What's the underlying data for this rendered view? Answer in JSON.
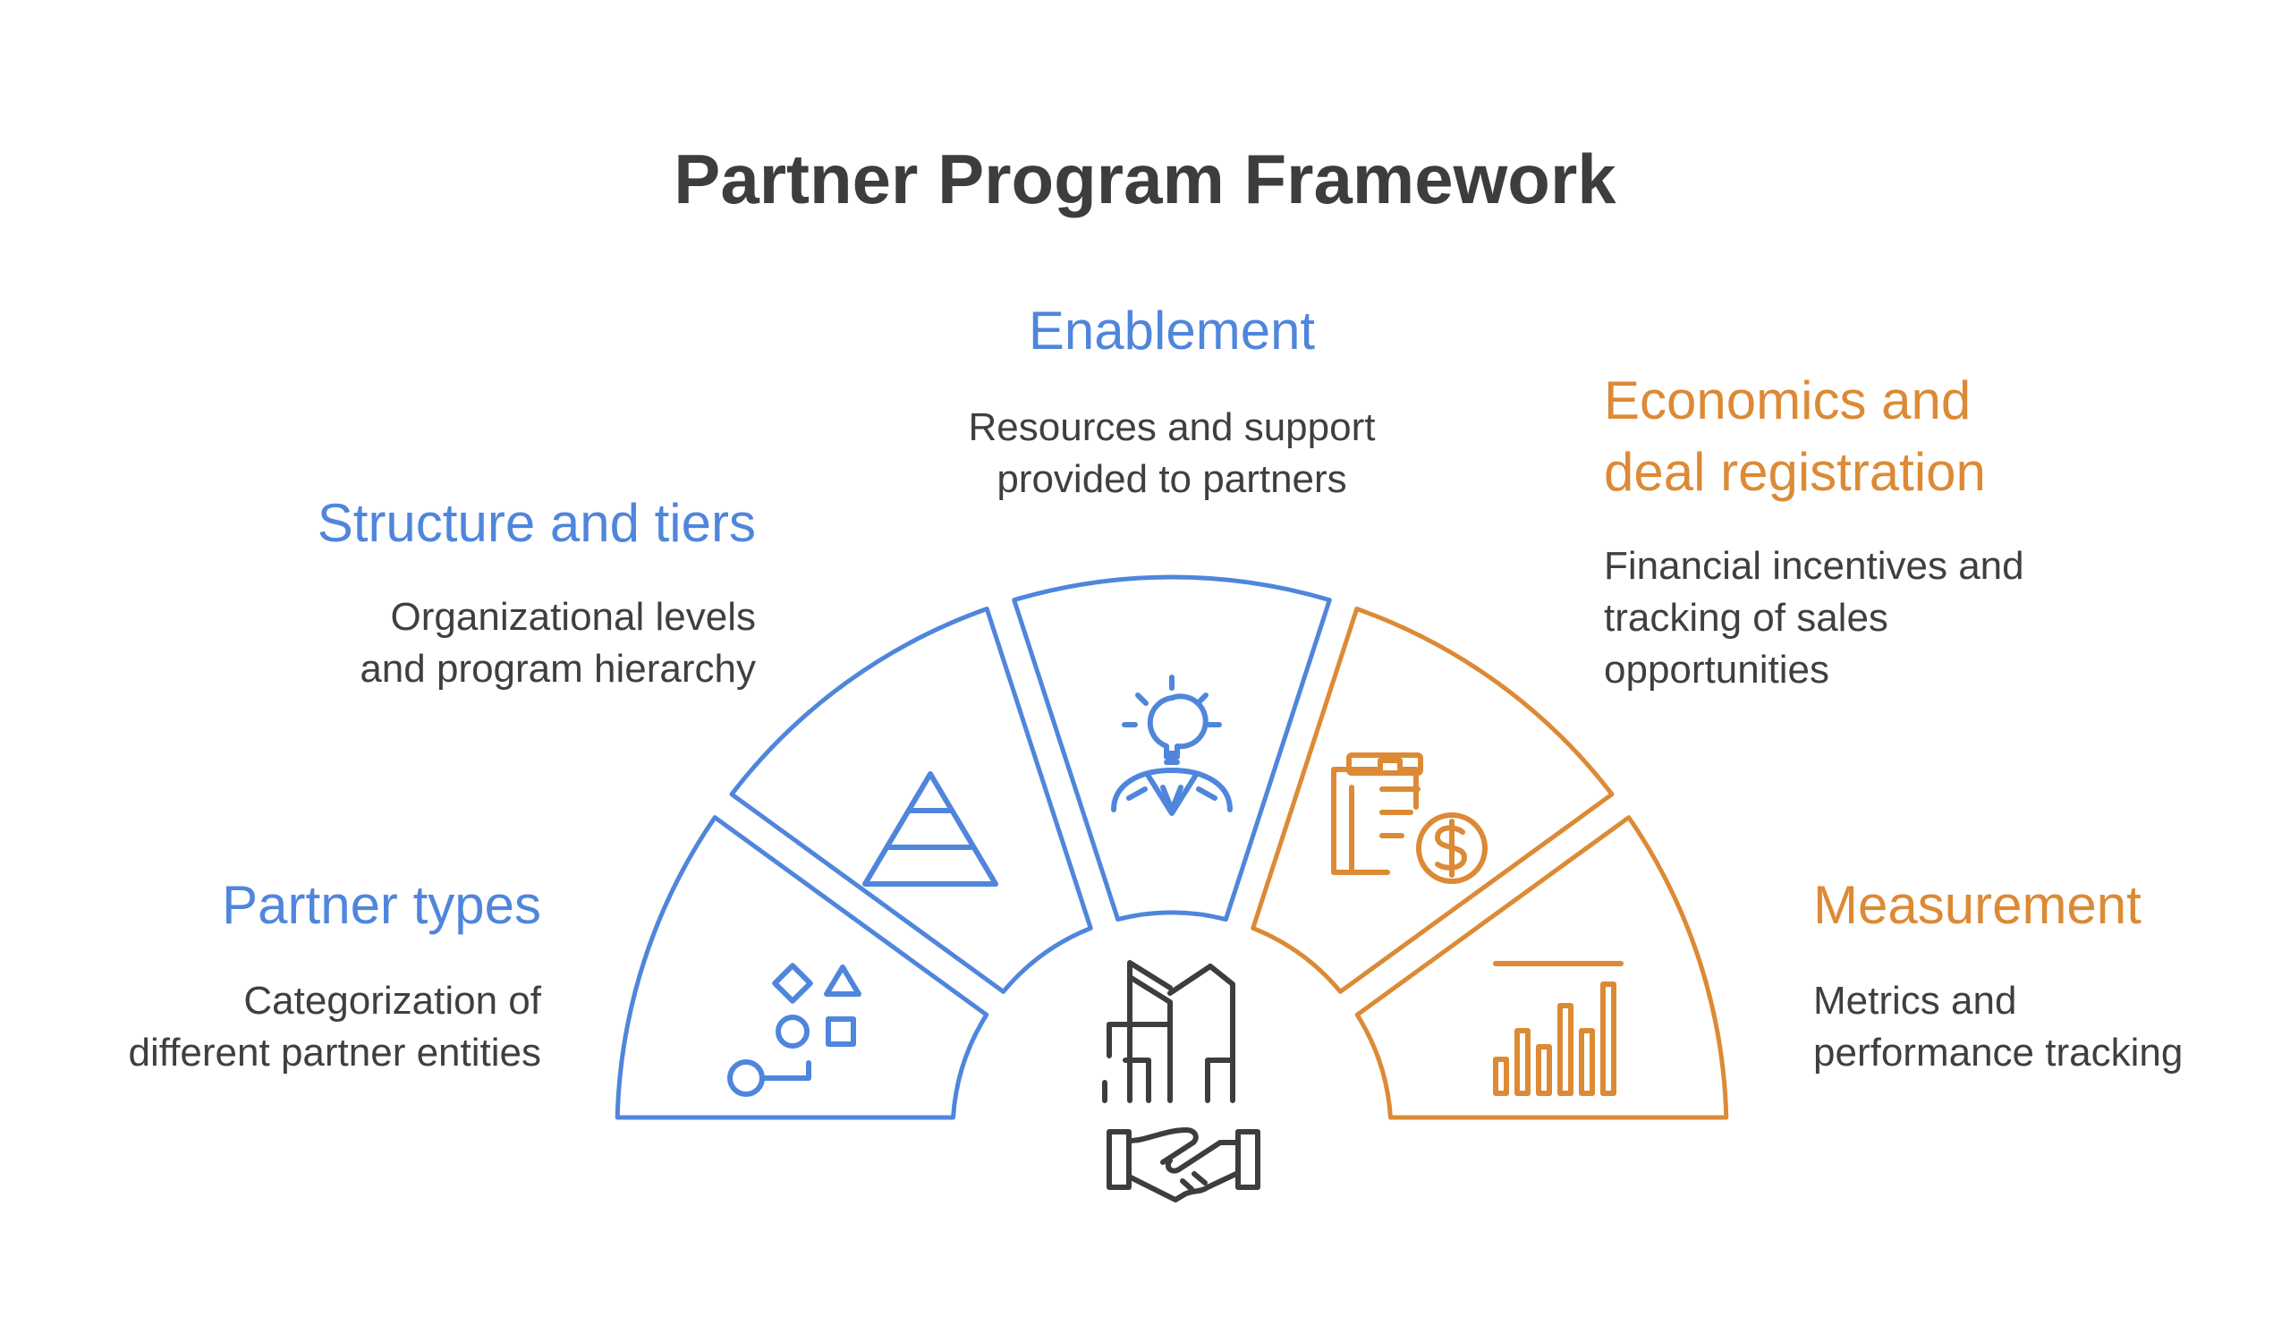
{
  "title": "Partner Program Framework",
  "colors": {
    "blue": "#4f86dc",
    "orange": "#dc8a35",
    "dark": "#3d3d3d"
  },
  "segments": [
    {
      "label": "Partner types",
      "description_lines": [
        "Categorization of",
        "different partner entities"
      ],
      "icon": "shapes-icon",
      "color": "blue"
    },
    {
      "label": "Structure and tiers",
      "description_lines": [
        "Organizational levels",
        "and program hierarchy"
      ],
      "icon": "pyramid-icon",
      "color": "blue"
    },
    {
      "label": "Enablement",
      "description_lines": [
        "Resources and support",
        "provided to partners"
      ],
      "icon": "lightbulb-person-icon",
      "color": "blue"
    },
    {
      "label_lines": [
        "Economics and",
        "deal registration"
      ],
      "description_lines": [
        "Financial incentives and",
        "tracking of sales",
        "opportunities"
      ],
      "icon": "clipboard-dollar-icon",
      "color": "orange"
    },
    {
      "label": "Measurement",
      "description_lines": [
        "Metrics and",
        "performance tracking"
      ],
      "icon": "bar-chart-icon",
      "color": "orange"
    }
  ],
  "center_icon": "building-handshake-icon"
}
